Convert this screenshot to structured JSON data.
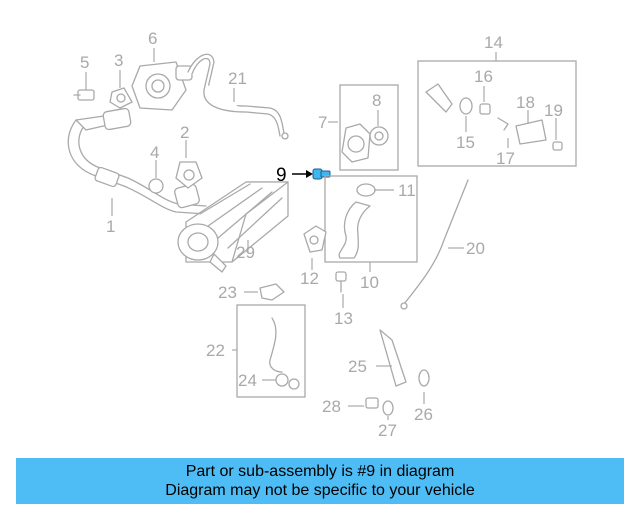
{
  "diagram": {
    "callouts": {
      "c1": "1",
      "c2": "2",
      "c3": "3",
      "c4": "4",
      "c5": "5",
      "c6": "6",
      "c7": "7",
      "c8": "8",
      "c9": "9",
      "c10": "10",
      "c11": "11",
      "c12": "12",
      "c13": "13",
      "c14": "14",
      "c15": "15",
      "c16": "16",
      "c17": "17",
      "c18": "18",
      "c19": "19",
      "c20": "20",
      "c21": "21",
      "c22": "22",
      "c23": "23",
      "c24": "24",
      "c25": "25",
      "c26": "26",
      "c27": "27",
      "c28": "28",
      "c29": "29"
    },
    "highlight_part": "9",
    "colors": {
      "line": "#a9a9a9",
      "highlight_part": "#3fb6f2",
      "banner": "#4fbdf5"
    }
  },
  "banner": {
    "line1": "Part or sub-assembly is #9 in diagram",
    "line2": "Diagram may not be specific to your vehicle"
  }
}
